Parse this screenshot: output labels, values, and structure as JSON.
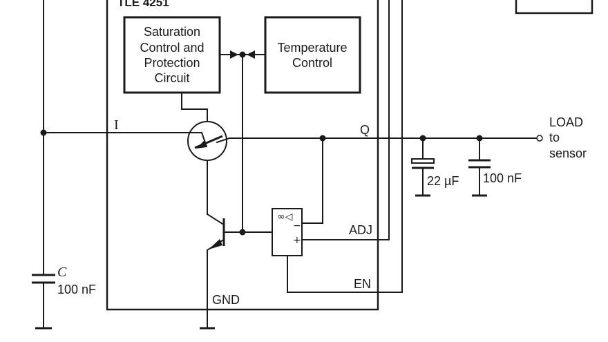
{
  "ic": {
    "name": "TLE 4251"
  },
  "blocks": {
    "saturation": [
      "Saturation",
      "Control and",
      "Protection",
      "Circuit"
    ],
    "temperature": [
      "Temperature",
      "Control"
    ]
  },
  "pins": {
    "input": "I",
    "output": "Q",
    "adjust": "ADJ",
    "enable": "EN",
    "ground": "GND"
  },
  "load": [
    "LOAD",
    "to",
    "sensor"
  ],
  "capacitors": {
    "input": {
      "name": "C",
      "value": "100 nF"
    },
    "output_electrolytic": {
      "value": "22 µF"
    },
    "output_ceramic": {
      "value": "100 nF"
    }
  },
  "opamp": {
    "symbol": "∞◁",
    "plus": "+",
    "minus": "−"
  }
}
